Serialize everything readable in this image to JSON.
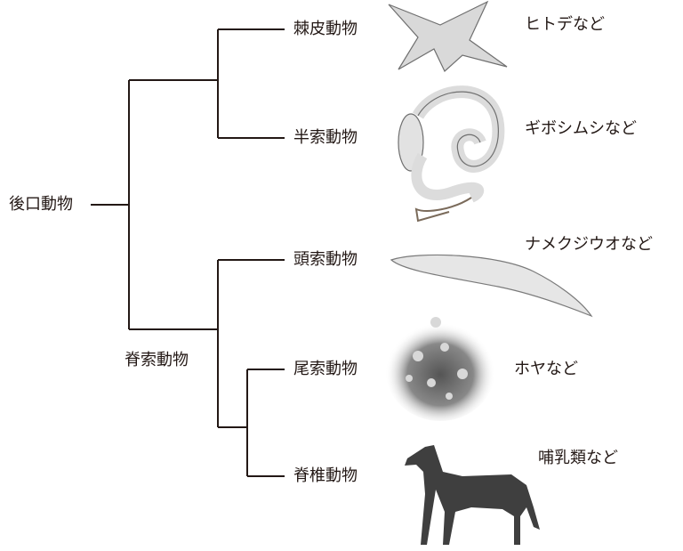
{
  "root": {
    "label": "後口動物"
  },
  "groups": [
    {
      "label": "脊索動物"
    }
  ],
  "taxa": [
    {
      "label": "棘皮動物",
      "example": "ヒトデなど",
      "animal": "starfish"
    },
    {
      "label": "半索動物",
      "example": "ギボシムシなど",
      "animal": "acorn-worm"
    },
    {
      "label": "頭索動物",
      "example": "ナメクジウオなど",
      "animal": "lancelet"
    },
    {
      "label": "尾索動物",
      "example": "ホヤなど",
      "animal": "sea-squirt"
    },
    {
      "label": "脊椎動物",
      "example": "哺乳類など",
      "animal": "dog"
    }
  ],
  "colors": {
    "line": "#231815",
    "illustration": "#8a8a8a"
  }
}
